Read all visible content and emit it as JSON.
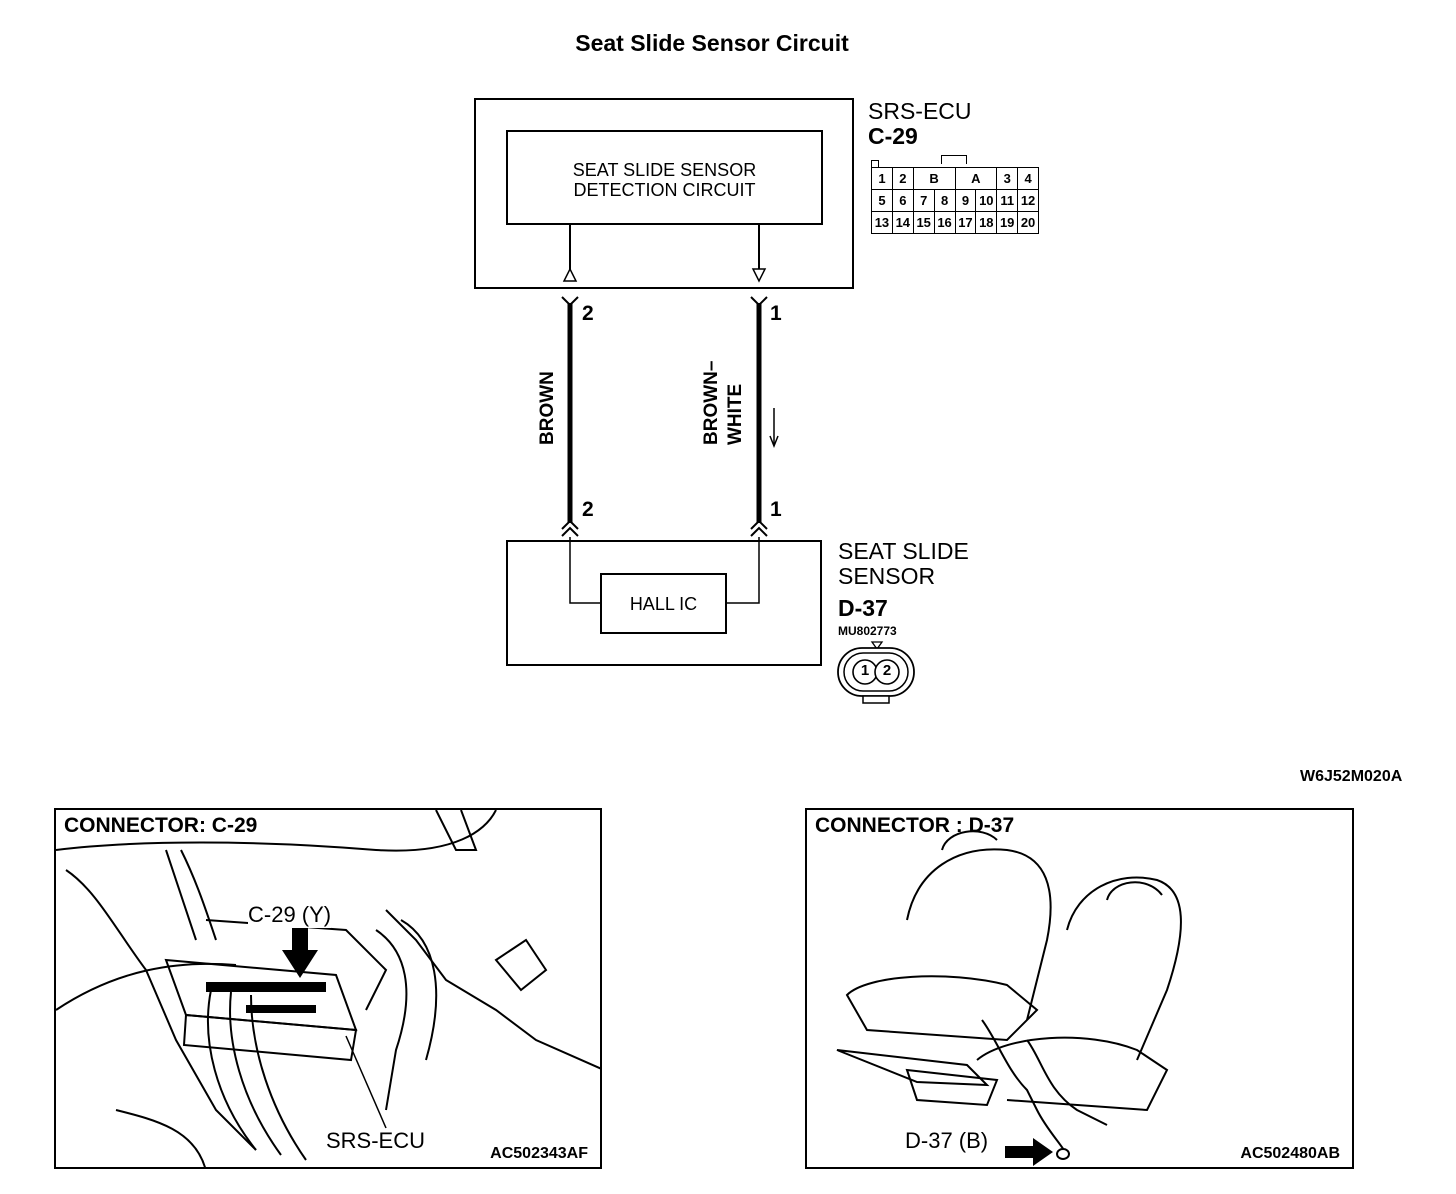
{
  "diagram": {
    "title": "Seat Slide Sensor Circuit",
    "ecu_box": {
      "inner_label_line1": "SEAT SLIDE SENSOR",
      "inner_label_line2": "DETECTION CIRCUIT",
      "name": "SRS-ECU",
      "connector": "C-29",
      "pin_rows": [
        [
          "1",
          "2",
          "B",
          "A",
          "3",
          "4"
        ],
        [
          "5",
          "6",
          "7",
          "8",
          "9",
          "10",
          "11",
          "12"
        ],
        [
          "13",
          "14",
          "15",
          "16",
          "17",
          "18",
          "19",
          "20"
        ]
      ]
    },
    "wires": [
      {
        "pin_top": "2",
        "pin_bottom": "2",
        "color_label": "BROWN"
      },
      {
        "pin_top": "1",
        "pin_bottom": "1",
        "color_label_line1": "BROWN–",
        "color_label_line2": "WHITE"
      }
    ],
    "sensor_box": {
      "inner_label": "HALL IC",
      "name_line1": "SEAT SLIDE",
      "name_line2": "SENSOR",
      "connector": "D-37",
      "part_number": "MU802773",
      "pins": [
        "1",
        "2"
      ]
    },
    "figure_code": "W6J52M020A"
  },
  "panels": [
    {
      "heading": "CONNECTOR: C-29",
      "callout_connector": "C-29 (Y)",
      "callout_part": "SRS-ECU",
      "code": "AC502343AF"
    },
    {
      "heading": "CONNECTOR : D-37",
      "callout_connector": "D-37 (B)",
      "code": "AC502480AB"
    }
  ]
}
